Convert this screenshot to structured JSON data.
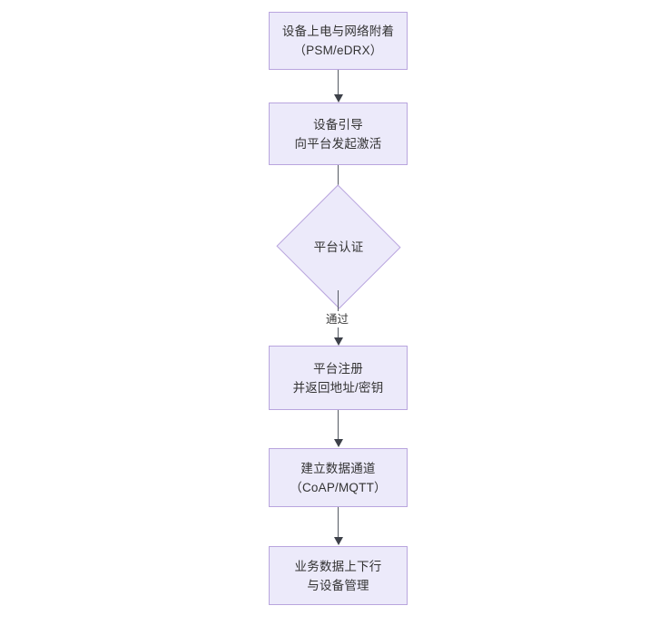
{
  "diagram": {
    "type": "flowchart",
    "orientation": "top-to-bottom",
    "background_color": "#FFFFFF",
    "node_fill_color": "#ECEAFA",
    "node_border_color": "#B9A5DE",
    "text_color": "#333333",
    "connector_color": "#555A63",
    "nodes": [
      {
        "id": "n1",
        "shape": "rectangle",
        "line1": "设备上电与网络附着",
        "line2": "（PSM/eDRX）"
      },
      {
        "id": "n2",
        "shape": "rectangle",
        "line1": "设备引导",
        "line2": "向平台发起激活"
      },
      {
        "id": "n3",
        "shape": "diamond",
        "line1": "平台认证",
        "line2": ""
      },
      {
        "id": "n4",
        "shape": "rectangle",
        "line1": "平台注册",
        "line2": "并返回地址/密钥"
      },
      {
        "id": "n5",
        "shape": "rectangle",
        "line1": "建立数据通道",
        "line2": "（CoAP/MQTT）"
      },
      {
        "id": "n6",
        "shape": "rectangle",
        "line1": "业务数据上下行",
        "line2": "与设备管理"
      }
    ],
    "edges": [
      {
        "from": "n1",
        "to": "n2",
        "label": ""
      },
      {
        "from": "n2",
        "to": "n3",
        "label": ""
      },
      {
        "from": "n3",
        "to": "n4",
        "label": "通过"
      },
      {
        "from": "n4",
        "to": "n5",
        "label": ""
      },
      {
        "from": "n5",
        "to": "n6",
        "label": ""
      }
    ]
  }
}
